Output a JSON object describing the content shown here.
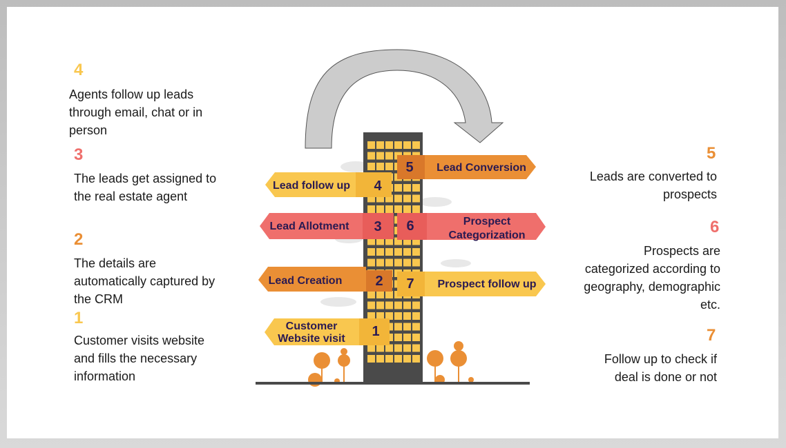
{
  "colors": {
    "yellow": "#f9c74f",
    "pink": "#ef6f6c",
    "orange": "#ea8f35",
    "building": "#4a4a4a",
    "window": "#f9c74f",
    "ground": "#4a4a4a",
    "arrow": "#cfcfcf"
  },
  "steps_left": [
    {
      "num": "4",
      "text": "Agents follow up leads through email, chat or in person",
      "color": "#f9c74f"
    },
    {
      "num": "3",
      "text": "The leads get assigned to the real estate agent",
      "color": "#ef6f6c"
    },
    {
      "num": "2",
      "text": "The details are automatically captured by the CRM",
      "color": "#ea8f35"
    },
    {
      "num": "1",
      "text": "Customer visits website and fills the necessary information",
      "color": "#f9c74f"
    }
  ],
  "steps_right": [
    {
      "num": "5",
      "text": "Leads are converted to prospects",
      "color": "#ea8f35"
    },
    {
      "num": "6",
      "text": "Prospects are categorized according to geography, demographic etc.",
      "color": "#ef6f6c"
    },
    {
      "num": "7",
      "text": "Follow up to check if deal is done or not",
      "color": "#ea8f35"
    }
  ],
  "signs": {
    "lead_follow_up": {
      "num": "4",
      "label": "Lead follow up"
    },
    "lead_allotment": {
      "num": "3",
      "label": "Lead Allotment"
    },
    "lead_creation": {
      "num": "2",
      "label": "Lead Creation"
    },
    "customer_visit": {
      "num": "1",
      "line1": "Customer",
      "line2": "Website visit"
    },
    "lead_conversion": {
      "num": "5",
      "label": "Lead Conversion"
    },
    "prospect_categorization": {
      "num": "6",
      "line1": "Prospect",
      "line2": "Categorization"
    },
    "prospect_follow_up": {
      "num": "7",
      "label": "Prospect follow up"
    }
  }
}
